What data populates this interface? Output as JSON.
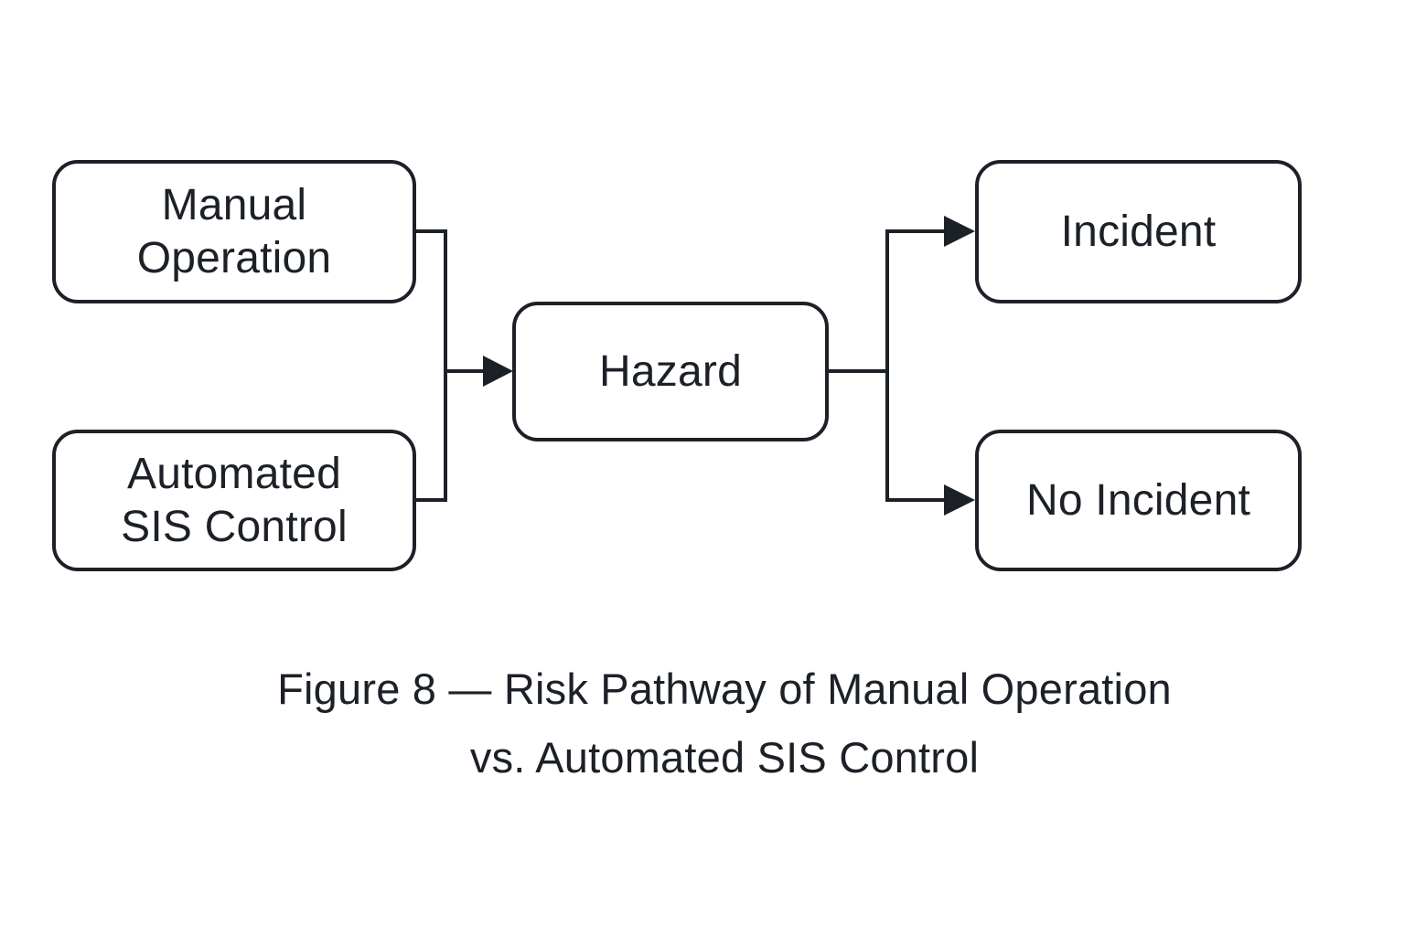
{
  "figure": {
    "caption_line1": "Figure 8 — Risk Pathway of Manual Operation",
    "caption_line2": "vs. Automated SIS Control"
  },
  "diagram": {
    "type": "flowchart",
    "direction": "left-to-right",
    "nodes": {
      "manual": {
        "lines": [
          "Manual",
          "Operation"
        ]
      },
      "automated": {
        "lines": [
          "Automated",
          "SIS Control"
        ]
      },
      "hazard": {
        "lines": [
          "Hazard"
        ]
      },
      "incident": {
        "lines": [
          "Incident"
        ]
      },
      "no_incident": {
        "lines": [
          "No Incident"
        ]
      }
    },
    "edges": [
      {
        "from": "manual",
        "to": "hazard",
        "arrow": true
      },
      {
        "from": "automated",
        "to": "hazard",
        "arrow": true
      },
      {
        "from": "hazard",
        "to": "incident",
        "arrow": true
      },
      {
        "from": "hazard",
        "to": "no_incident",
        "arrow": true
      }
    ],
    "colors": {
      "ink": "#1c2127",
      "node_fill": "#ffffff",
      "background": "#ffffff"
    }
  }
}
